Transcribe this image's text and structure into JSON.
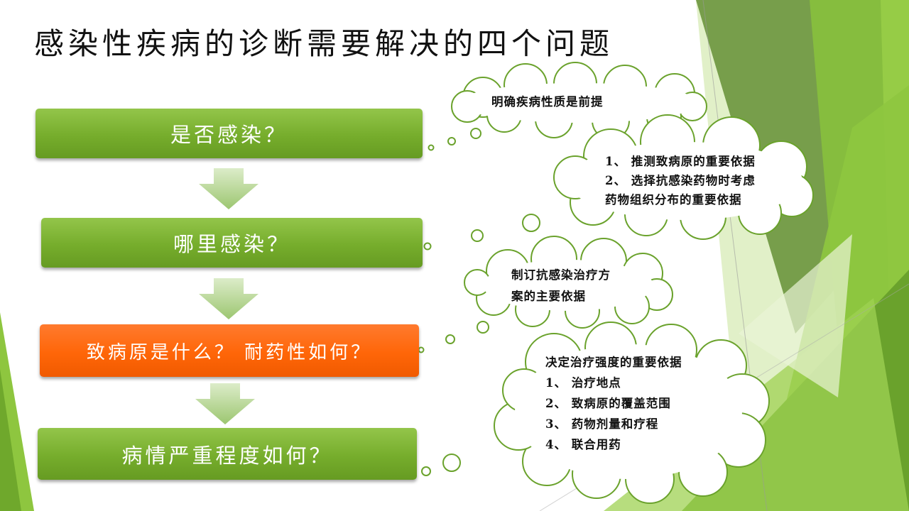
{
  "title": "感染性疾病的诊断需要解决的四个问题",
  "steps": [
    {
      "label": "是否感染？",
      "color": "#76ad2c"
    },
    {
      "label": "哪里感染？",
      "color": "#76ad2c"
    },
    {
      "label": "致病原是什么？ 耐药性如何？",
      "color": "#ff6608"
    },
    {
      "label": "病情严重程度如何？",
      "color": "#76ad2c"
    }
  ],
  "clouds": [
    {
      "lines": [
        "明确疾病性质是前提"
      ]
    },
    {
      "lines": [
        "1、 推测致病原的重要依据",
        "2、 选择抗感染药物时考虑",
        "药物组织分布的重要依据"
      ]
    },
    {
      "lines": [
        "制订抗感染治疗方",
        "案的主要依据"
      ]
    },
    {
      "lines": [
        "决定治疗强度的重要依据",
        "1、 治疗地点",
        "2、 致病原的覆盖范围",
        "3、 药物剂量和疗程",
        "4、 联合用药"
      ]
    }
  ],
  "colors": {
    "accent_green": "#76ad2c",
    "accent_orange": "#ff6608",
    "arrow_green": "#b3d394"
  }
}
